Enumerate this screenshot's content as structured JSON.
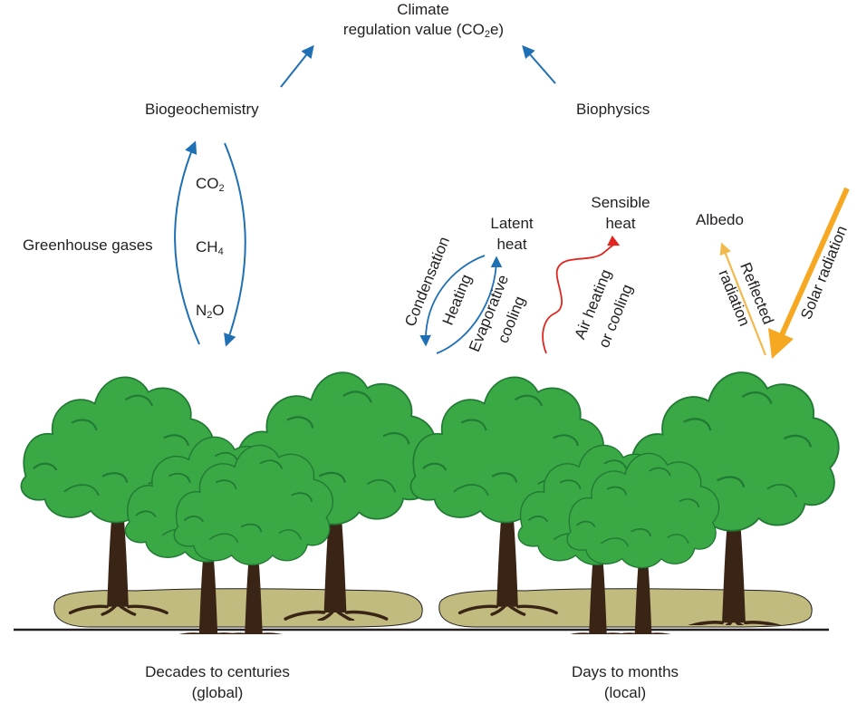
{
  "top": {
    "line1": "Climate",
    "line2_pre": "regulation value (CO",
    "line2_sub": "2",
    "line2_post": "e)"
  },
  "left": {
    "branch": "Biogeochemistry",
    "group_label": "Greenhouse gases",
    "gases": [
      {
        "base": "CO",
        "sub": "2",
        "post": ""
      },
      {
        "base": "CH",
        "sub": "4",
        "post": ""
      },
      {
        "base": "N",
        "sub": "2",
        "post": "O"
      }
    ],
    "timescale_line1": "Decades to centuries",
    "timescale_line2": "(global)"
  },
  "right": {
    "branch": "Biophysics",
    "latent_line1": "Latent",
    "latent_line2": "heat",
    "condensation": "Condensation",
    "heating": "Heating",
    "evap_line1": "Evaporative",
    "evap_line2": "cooling",
    "sensible_line1": "Sensible",
    "sensible_line2": "heat",
    "air_line1": "Air heating",
    "air_line2": "or cooling",
    "albedo": "Albedo",
    "reflected_line1": "Reflected",
    "reflected_line2": "radiation",
    "solar": "Solar radiation",
    "timescale_line1": "Days to months",
    "timescale_line2": "(local)"
  },
  "colors": {
    "arrow_blue": "#1f6fb5",
    "sensible_red": "#e0261f",
    "albedo_yellow": "#f3b94c",
    "solar_orange": "#f7a823",
    "foliage": "#3aa845",
    "foliage_dark": "#217a34",
    "trunk": "#3a2416",
    "ground_patch": "#c2bb7f",
    "ground_line": "#231f20"
  }
}
